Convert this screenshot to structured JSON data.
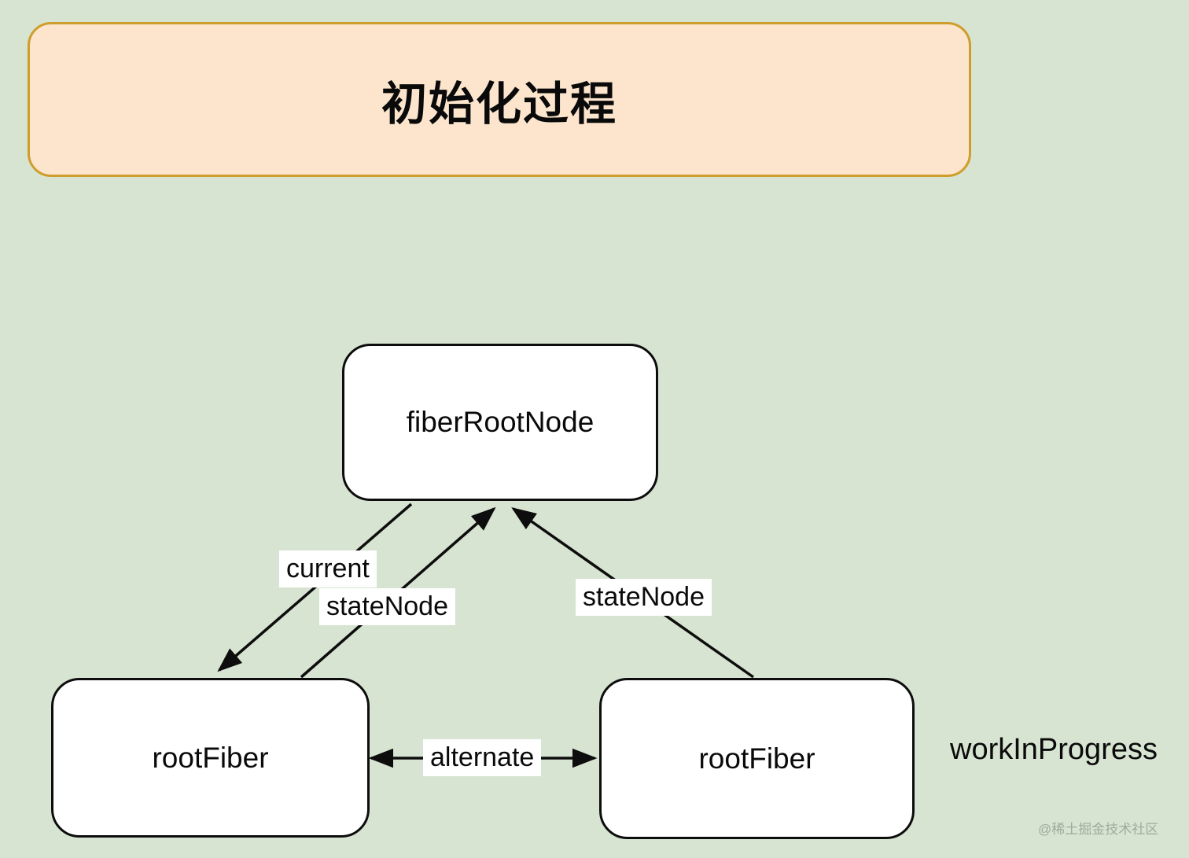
{
  "title": {
    "label": "初始化过程"
  },
  "diagram": {
    "nodes": [
      {
        "id": "fiber-root-node",
        "label": "fiberRootNode"
      },
      {
        "id": "root-fiber-current",
        "label": "rootFiber"
      },
      {
        "id": "root-fiber-work-in-progress",
        "label": "rootFiber"
      }
    ],
    "edges": [
      {
        "id": "current",
        "label": "current"
      },
      {
        "id": "state-node-left",
        "label": "stateNode"
      },
      {
        "id": "state-node-right",
        "label": "stateNode"
      },
      {
        "id": "alternate",
        "label": "alternate"
      }
    ],
    "annotation": "workInProgress"
  },
  "watermark": "@稀土掘金技术社区",
  "colors": {
    "background": "#d7e4d1",
    "title_fill": "#fce5cc",
    "title_border": "#cf9d2b",
    "node_fill": "#ffffff",
    "line": "#0d0d0d",
    "text": "#0a0a0a",
    "watermark": "#8a998c"
  }
}
